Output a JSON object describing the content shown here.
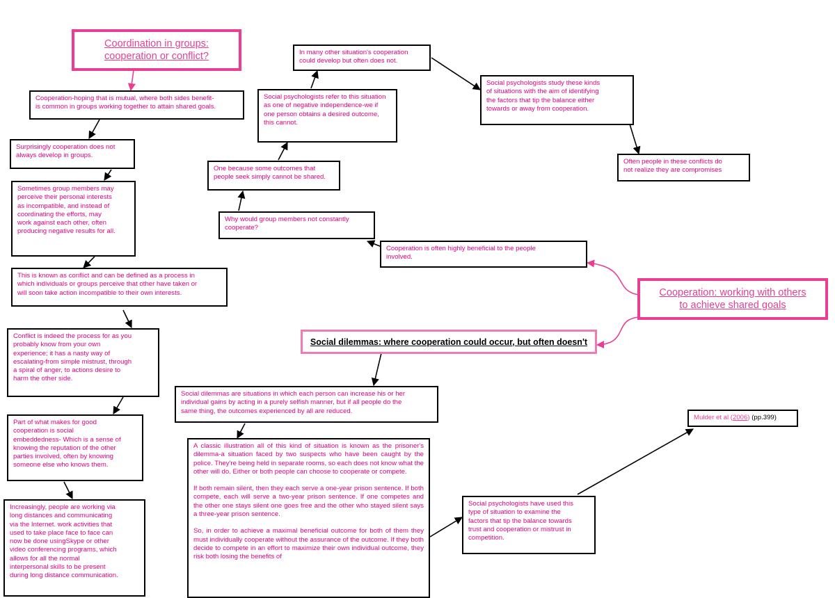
{
  "colors": {
    "text_pink": "#e6007e",
    "title_pink": "#ea3e93",
    "border_black": "#000000"
  },
  "titles": {
    "coordination": "Coordination in groups:\ncooperation or conflict?",
    "cooperation": "Cooperation: working with others\nto achieve shared goals",
    "social_dilemmas": "Social dilemmas: where cooperation could occur, but often doesn't"
  },
  "left": {
    "b1": "Cooperation-hoping that is mutual, where both sides benefit-\nis common in groups working together to attain shared goals.",
    "b2": "Surprisingly cooperation does not\nalways develop in groups.",
    "b3": "Sometimes group members may\nperceive their personal interests\nas incompatible, and instead of\ncoordinating the efforts, may\nwork against each other, often\nproducing negative results for all.",
    "b4": "This is known as conflict and can be defined as a process in\nwhich individuals or groups perceive that other have taken or\nwill soon take action incompatible to their own interests.",
    "b5": "Conflict is indeed the process for as you\nprobably know from your own\nexperience; it has a nasty way of\nescalating-from simple mistrust, through\na spiral of anger, to actions desire to\nharm the other side.",
    "b6": "Part of what makes for good\ncooperation is social\nembeddedness- Which is a sense of\nknowing the reputation of the other\nparties involved, often by knowing\nsomeone else who knows them.",
    "b7": "Increasingly, people are working via\nlong distances and communicating\nvia the Internet. work activities that\nused to take place face to face can\nnow be done usingSkype or other\nvideo conferencing programs, which\nallows for all the normal\ninterpersonal skills to be present\nduring long distance communication."
  },
  "upper": {
    "in_many": "In many other situation's cooperation\ncould develop but often does not.",
    "refer": "Social psychologists refer to this situation\nas one of negative independence-we if\none person obtains a desired outcome,\nthis cannot.",
    "one_because": "One because some outcomes that\npeople seek simply cannot be shared.",
    "why": "Why would group members not constantly\ncooperate?",
    "beneficial": "Cooperation is often highly beneficial to the people\ninvolved.",
    "study": "Social psychologists study these kinds\nof situations with the aim of identifying\nthe factors that tip the balance either\ntowards or away from cooperation.",
    "often": "Often people in these conflicts do\nnot realize they are compromises"
  },
  "lower": {
    "sd_def": "Social dilemmas are situations in which each person can increase his or her\nindividual gains by acting in a purely selfish manner, but if all people do the\nsame thing, the outcomes experienced by all are reduced.",
    "prisoner_p1": "A classic illustration all of this kind of situation is known as the prisoner's dilemma-a situation faced by two suspects who have been caught by the police. They're being held in separate rooms, so each does not know what the other will do. Either or both people can choose to cooperate or compete.",
    "prisoner_p2": "If both remain silent, then they each serve a one-year prison sentence. If both compete, each will serve a two-year prison sentence. If one competes and the other one stays silent one goes free and the other who stayed silent says a three-year prison sentence.",
    "prisoner_p3": "So, in order to achieve a maximal beneficial outcome for both of them they must individually cooperate without the assurance of the outcome. If they both decide to compete in an effort to maximize their own individual outcome, they risk both losing the benefits of",
    "used": "Social psychologists have used this\ntype of situation to examine the\nfactors that tip the balance towards\ntrust and cooperation or mistrust in\ncompetition."
  },
  "reference": {
    "authors": "Mulder et al (",
    "year": "2006",
    "close": ")",
    "pages": " (pp.399)"
  }
}
